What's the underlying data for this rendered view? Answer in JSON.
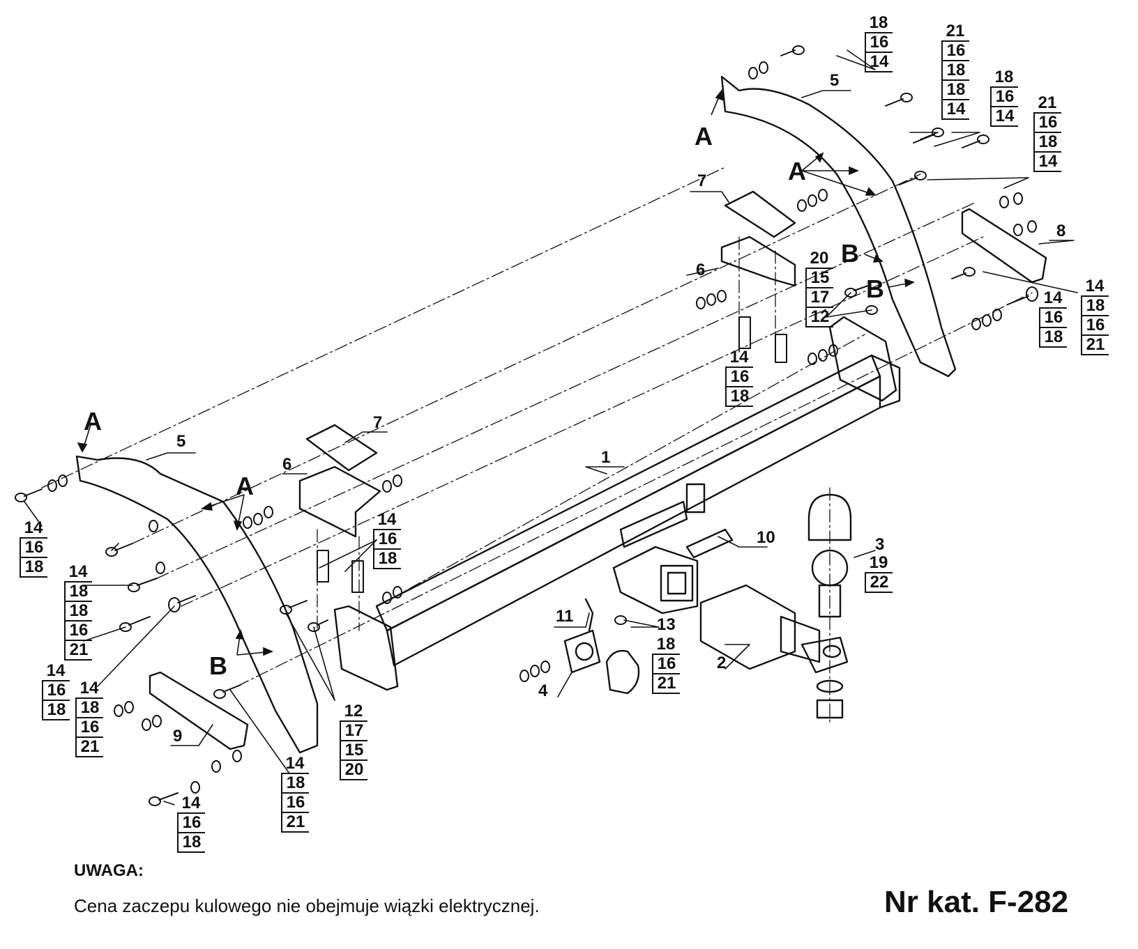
{
  "part_labels": [
    {
      "id": "p1",
      "text": "1"
    },
    {
      "id": "p2",
      "text": "2"
    },
    {
      "id": "p3",
      "text": "3"
    },
    {
      "id": "p4",
      "text": "4"
    },
    {
      "id": "p5a",
      "text": "5"
    },
    {
      "id": "p5b",
      "text": "5"
    },
    {
      "id": "p6a",
      "text": "6"
    },
    {
      "id": "p6b",
      "text": "6"
    },
    {
      "id": "p7a",
      "text": "7"
    },
    {
      "id": "p7b",
      "text": "7"
    },
    {
      "id": "p8",
      "text": "8"
    },
    {
      "id": "p9",
      "text": "9"
    },
    {
      "id": "p10",
      "text": "10"
    },
    {
      "id": "p11",
      "text": "11"
    },
    {
      "id": "p13",
      "text": "13"
    }
  ],
  "markers": [
    {
      "id": "mA1",
      "text": "A"
    },
    {
      "id": "mA2",
      "text": "A"
    },
    {
      "id": "mA3",
      "text": "A"
    },
    {
      "id": "mA4",
      "text": "A"
    },
    {
      "id": "mB1",
      "text": "B"
    },
    {
      "id": "mB2",
      "text": "B"
    },
    {
      "id": "mB3",
      "text": "B"
    }
  ],
  "stacks": [
    {
      "id": "s1",
      "values": [
        "18",
        "16",
        "14"
      ]
    },
    {
      "id": "s2",
      "values": [
        "21",
        "16",
        "18",
        "18",
        "14"
      ]
    },
    {
      "id": "s3",
      "values": [
        "18",
        "16",
        "14"
      ]
    },
    {
      "id": "s4",
      "values": [
        "21",
        "16",
        "18",
        "14"
      ]
    },
    {
      "id": "s5",
      "values": [
        "20",
        "15",
        "17",
        "12"
      ]
    },
    {
      "id": "s6",
      "values": [
        "14",
        "16",
        "18"
      ]
    },
    {
      "id": "s7",
      "values": [
        "14",
        "16",
        "18"
      ]
    },
    {
      "id": "s8",
      "values": [
        "14",
        "18",
        "16",
        "21"
      ]
    },
    {
      "id": "s9",
      "values": [
        "14",
        "16",
        "18"
      ]
    },
    {
      "id": "s10",
      "values": [
        "14",
        "18",
        "18",
        "16",
        "21"
      ]
    },
    {
      "id": "s11",
      "values": [
        "14",
        "16",
        "18"
      ]
    },
    {
      "id": "s12",
      "values": [
        "14",
        "18",
        "16",
        "21"
      ]
    },
    {
      "id": "s13",
      "values": [
        "14",
        "16",
        "18"
      ]
    },
    {
      "id": "s14",
      "values": [
        "12",
        "17",
        "15",
        "20"
      ]
    },
    {
      "id": "s15",
      "values": [
        "14",
        "18",
        "16",
        "21"
      ]
    },
    {
      "id": "s16",
      "values": [
        "14",
        "16",
        "18"
      ]
    },
    {
      "id": "s17",
      "values": [
        "19",
        "22"
      ]
    },
    {
      "id": "s18",
      "values": [
        "18",
        "16",
        "21"
      ]
    }
  ],
  "note": {
    "heading": "UWAGA:",
    "body": "Cena zaczepu kulowego nie obejmuje wiązki elektrycznej."
  },
  "catalog_number": "Nr kat. F-282"
}
